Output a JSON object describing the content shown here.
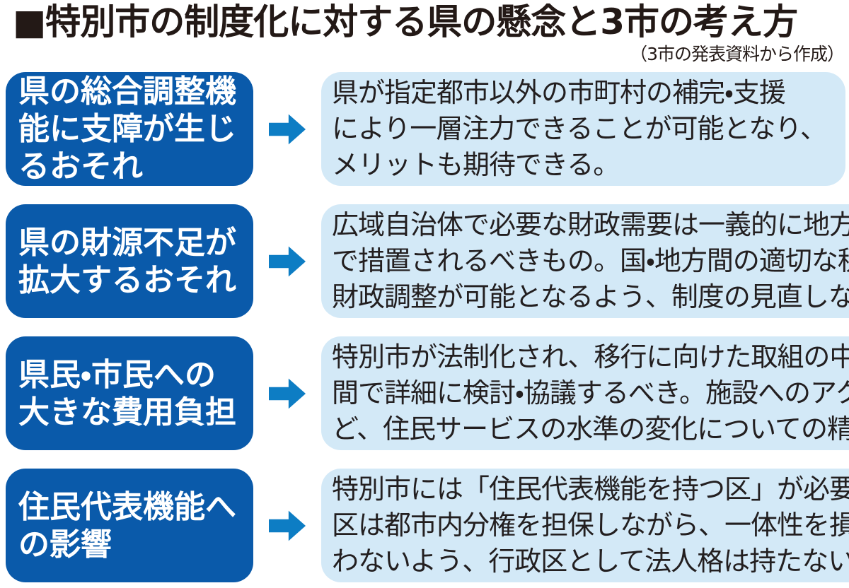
{
  "title": "■特別市の制度化に対する県の懸念と3市の考え方",
  "source_note": "（3市の発表資料から作成）",
  "arrow_icon": "right-arrow",
  "colors": {
    "page-bg": "#ffffff",
    "heading-text": "#231916",
    "concern-bg": "#0a5aaa",
    "concern-text": "#ffffff",
    "response-bg": "#d3e9f7",
    "response-text": "#231f20",
    "arrow": "#0d7dc4"
  },
  "rows": [
    {
      "concern_lines": [
        "県の総合調整機",
        "能に支障が生じ",
        "るおそれ"
      ],
      "response_lines": [
        "県が指定都市以外の市町村の補完・支援",
        "により一層注力できることが可能となり、",
        "メリットも期待できる。"
      ]
    },
    {
      "concern_lines": [
        "県の財源不足が",
        "拡大するおそれ"
      ],
      "response_lines": [
        "広域自治体で必要な財政需要は一義的に地方交付税",
        "で措置されるべきもの。国・地方間の適切な税源配分や",
        "財政調整が可能となるよう、制度の見直しなどが必要。"
      ]
    },
    {
      "concern_lines": [
        "県民・市民への",
        "大きな費用負担"
      ],
      "response_lines": [
        "特別市が法制化され、移行に向けた取組の中で、県・市",
        "間で詳細に検討・協議するべき。施設へのアクセスな",
        "ど、住民サービスの水準の変化についての精査が必要。"
      ]
    },
    {
      "concern_lines": [
        "住民代表機能へ",
        "の影響"
      ],
      "response_lines": [
        "特別市には「住民代表機能を持つ区」が必要。",
        "区は都市内分権を担保しながら、一体性を損な",
        "わないよう、行政区として法人格は持たない。"
      ]
    }
  ]
}
